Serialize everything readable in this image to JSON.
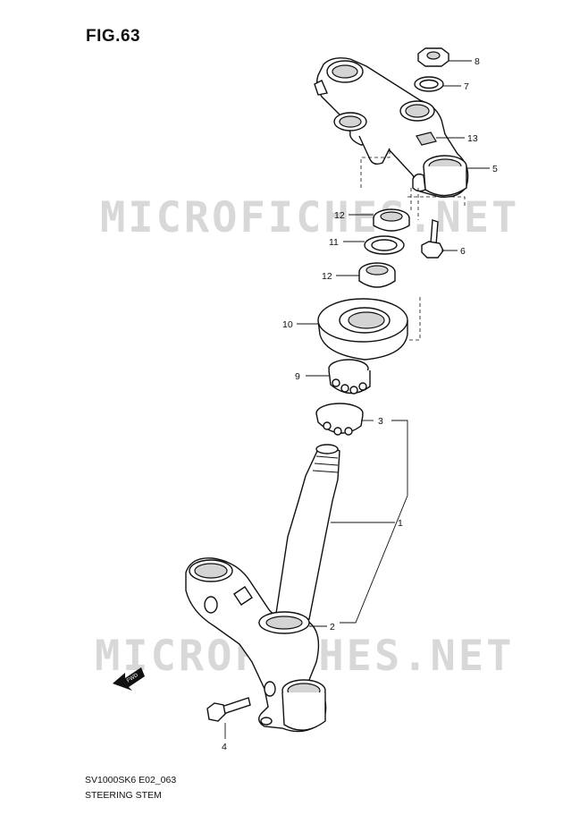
{
  "figure": {
    "title": "FIG.63",
    "code": "SV1000SK6 E02_063",
    "caption": "STEERING STEM",
    "watermark": "MICROFICHES.NET",
    "fwd_label": "FWD"
  },
  "callouts": [
    {
      "id": "8",
      "label": "8"
    },
    {
      "id": "7",
      "label": "7"
    },
    {
      "id": "13",
      "label": "13"
    },
    {
      "id": "5",
      "label": "5"
    },
    {
      "id": "12a",
      "label": "12"
    },
    {
      "id": "6",
      "label": "6"
    },
    {
      "id": "11",
      "label": "11"
    },
    {
      "id": "12b",
      "label": "12"
    },
    {
      "id": "10",
      "label": "10"
    },
    {
      "id": "9",
      "label": "9"
    },
    {
      "id": "3",
      "label": "3"
    },
    {
      "id": "1",
      "label": "1"
    },
    {
      "id": "2",
      "label": "2"
    },
    {
      "id": "4",
      "label": "4"
    }
  ]
}
